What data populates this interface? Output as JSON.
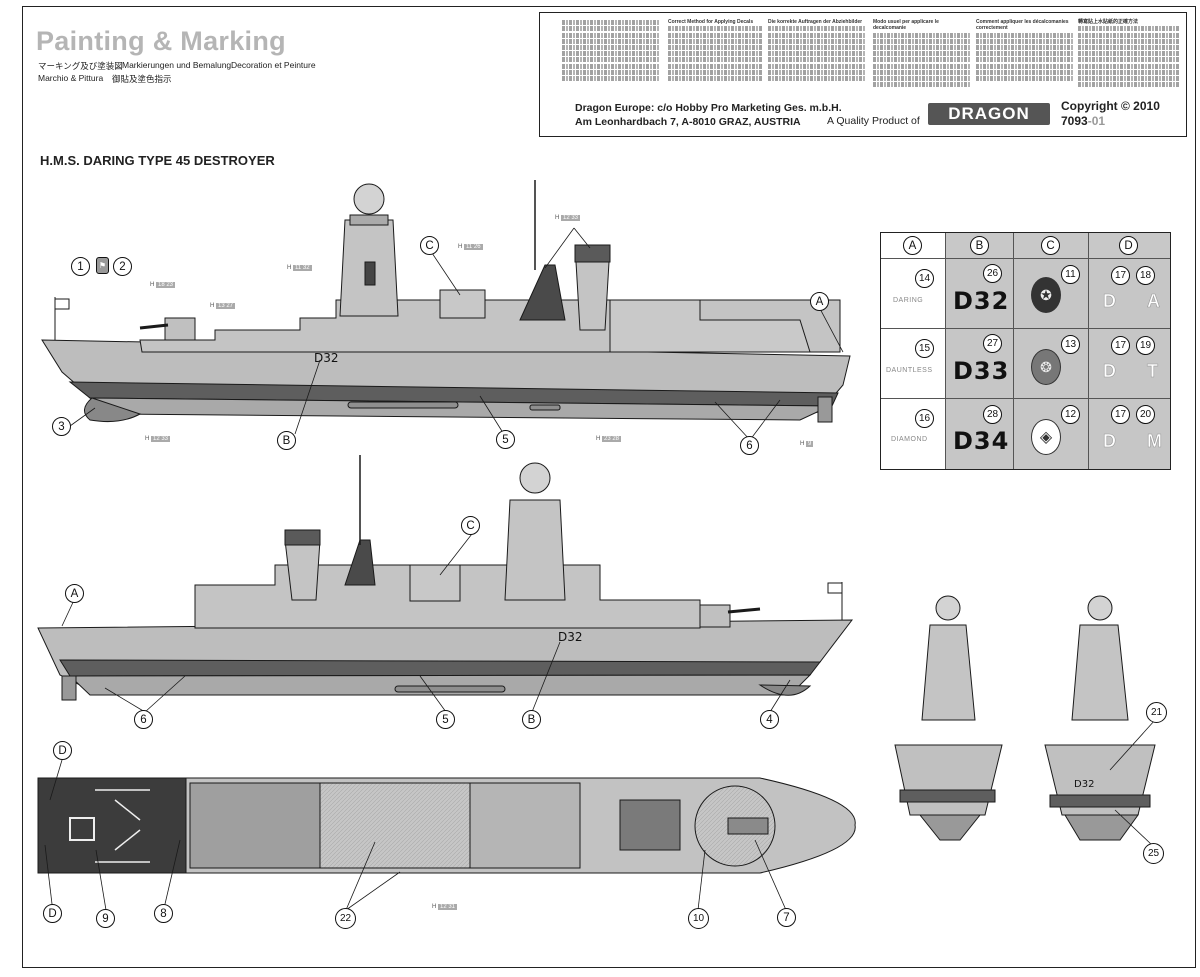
{
  "header": {
    "title": "Painting & Marking",
    "sub_ja": "マーキング及び塗装図",
    "sub_de": "Markierungen und Bemalung",
    "sub_fr": "Decoration et Peinture",
    "sub_it": "Marchio & Pittura",
    "sub_zh": "御貼及塗色指示"
  },
  "notes": {
    "col_en_title": "Correct Method for Applying Decals",
    "col_de_title": "Die korrekte Auftragen der Abziehbilder",
    "col_it_title": "Modo usuel per applicare le decalcomanie",
    "col_fr_title": "Comment appliquer les décalcomanies correctement",
    "col_zh_title": "轉寫貼上水貼紙的正確方法",
    "address_1": "Dragon Europe: c/o Hobby Pro Marketing Ges. m.b.H.",
    "address_2": "Am Leonhardbach 7, A-8010 GRAZ, AUSTRIA",
    "quality": "A Quality Product of",
    "logo": "DRAGON",
    "copyright": "Copyright © 2010",
    "code_main": "7093",
    "code_suffix": "-01"
  },
  "ship_title": "H.M.S. DARING TYPE 45 DESTROYER",
  "hull_number": "D32",
  "table": {
    "headers": [
      "A",
      "B",
      "C",
      "D"
    ],
    "rows": [
      {
        "num": "14",
        "name": "DARING",
        "decal_b": "26",
        "pennant": "D32",
        "decal_c": "11",
        "decal_d1": "17",
        "decal_d2": "18",
        "letter1": "D",
        "letter2": "A"
      },
      {
        "num": "15",
        "name": "DAUNTLESS",
        "decal_b": "27",
        "pennant": "D33",
        "decal_c": "13",
        "decal_d1": "17",
        "decal_d2": "19",
        "letter1": "D",
        "letter2": "T"
      },
      {
        "num": "16",
        "name": "DIAMOND",
        "decal_b": "28",
        "pennant": "D34",
        "decal_c": "12",
        "decal_d1": "17",
        "decal_d2": "20",
        "letter1": "D",
        "letter2": "M"
      }
    ]
  },
  "callouts": {
    "c1": "1",
    "c2": "2",
    "c3": "3",
    "c4": "4",
    "c5": "5",
    "c6": "6",
    "c7": "7",
    "c8": "8",
    "c9": "9",
    "c10": "10",
    "c21": "21",
    "c22": "22",
    "c25": "25",
    "ca": "A",
    "cb": "B",
    "cc": "C",
    "cd": "D"
  },
  "paint_refs": {
    "r1": "12 33",
    "r2": "11 26",
    "r3": "11 32",
    "r4": "18 23",
    "r5": "13 27",
    "r6": "12 33",
    "r7": "23 28",
    "r8": "9",
    "r9": "12 31"
  },
  "colors": {
    "hull": "#b9b9b9",
    "deck": "#9d9d9d",
    "boot": "#5a5a5a",
    "dark": "#3e3e3e",
    "line": "#1a1a1a"
  }
}
